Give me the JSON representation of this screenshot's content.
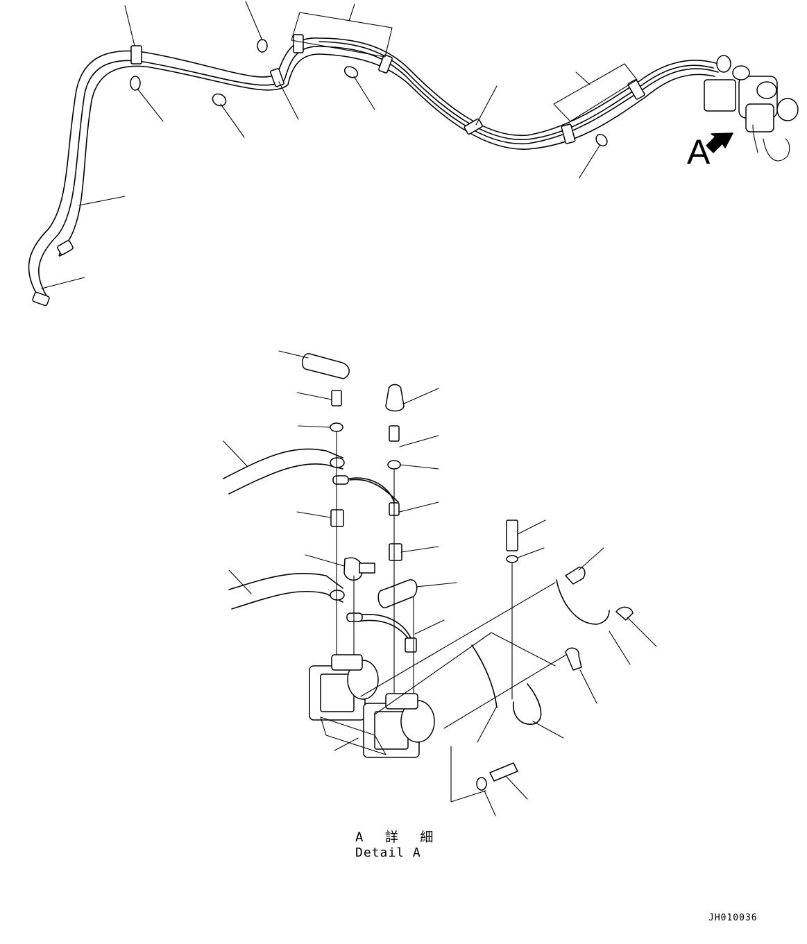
{
  "view_arrow_label": "A",
  "detail_caption": {
    "japanese": "A 詳 細",
    "english": "Detail A"
  },
  "drawing_code": "JH010036",
  "icons": {
    "view-arrow": "bold-arrow-pointing-down-left"
  }
}
